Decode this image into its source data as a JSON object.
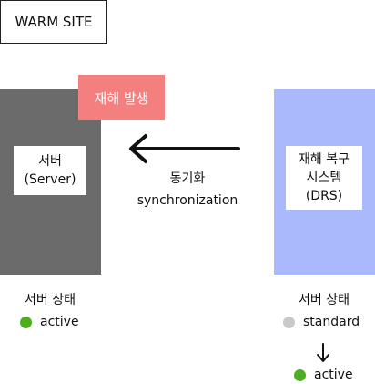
{
  "header": {
    "title": "WARM SITE"
  },
  "disaster_badge": {
    "label": "재해 발생"
  },
  "server": {
    "name_line1": "서버",
    "name_line2": "(Server)",
    "status_heading": "서버 상태",
    "status": "active"
  },
  "sync": {
    "line1": "동기화",
    "line2": "synchronization"
  },
  "drs": {
    "name_line1": "재해 복구",
    "name_line2": "시스템",
    "name_line3": "(DRS)",
    "status_heading": "서버 상태",
    "status_before": "standard",
    "status_after": "active"
  },
  "colors": {
    "server_panel": "#6b6b6b",
    "drs_panel": "#a9b9fb",
    "disaster": "#f47f7f",
    "active_dot": "#4caf1f",
    "standby_dot": "#c9c9c9"
  }
}
